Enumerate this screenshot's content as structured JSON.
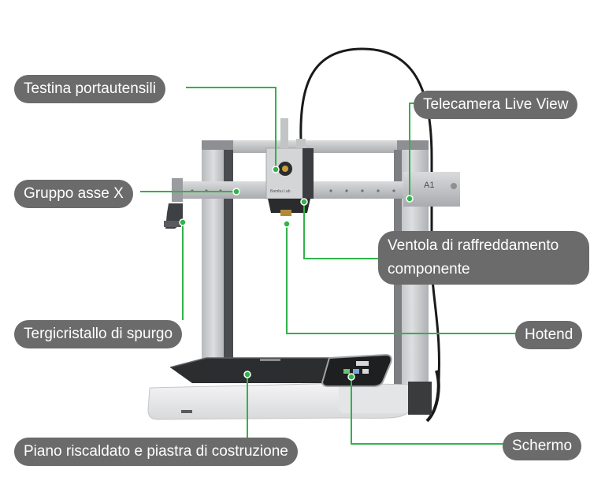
{
  "labels": {
    "tool_head": "Testina portautensili",
    "live_view_camera": "Telecamera Live View",
    "x_axis": "Gruppo asse X",
    "part_cooling_fan_line1": "Ventola di raffreddamento",
    "part_cooling_fan_line2": "componente",
    "purge_wiper": "Tergicristallo di spurgo",
    "hotend": "Hotend",
    "screen": "Schermo",
    "heatbed": "Piano riscaldato e piastra di costruzione"
  },
  "product_marks": {
    "model_badge": "A1",
    "head_brand": "Bambu Lab"
  },
  "colors": {
    "label_background": "#6b6b6b",
    "label_text": "#ffffff",
    "leader_line": "#2fb34a",
    "frame_silver": "#c9cbcd",
    "frame_dark": "#4a4c4f",
    "base_white": "#ececee",
    "bed_black": "#2c2d2f",
    "screen_dark": "#1e1f21",
    "cable": "#1a1a1a"
  }
}
